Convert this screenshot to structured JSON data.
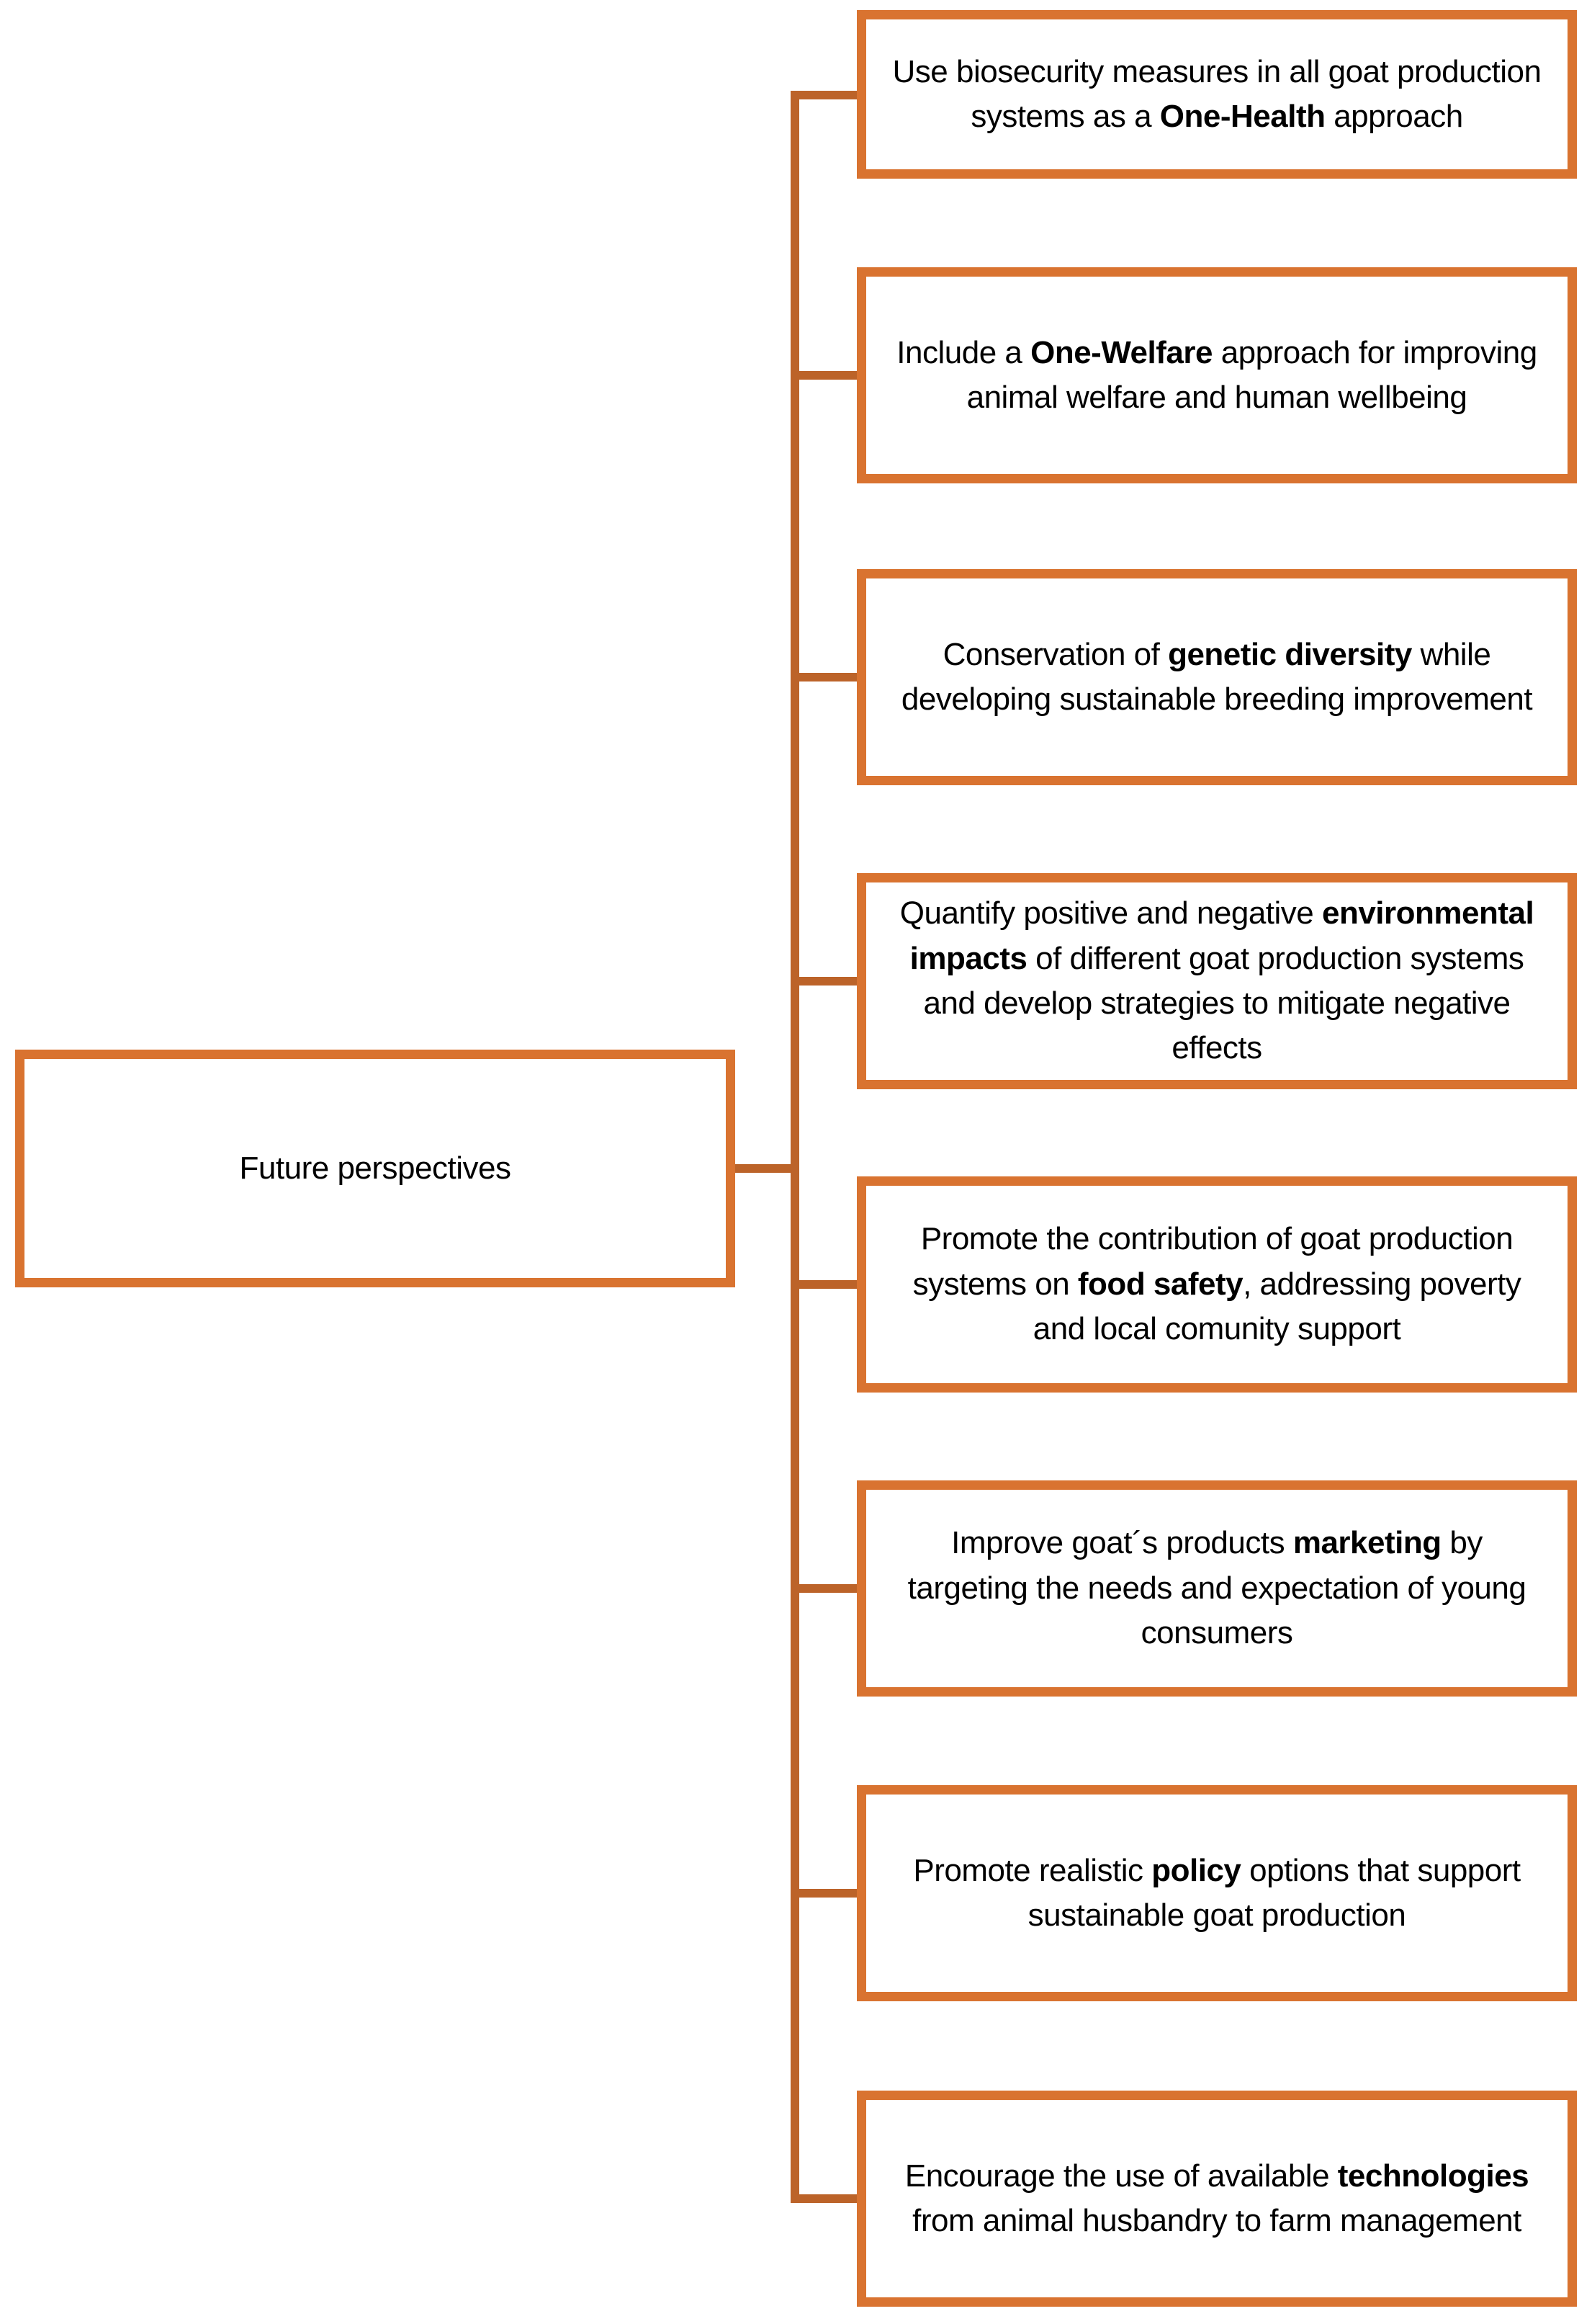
{
  "diagram": {
    "root": {
      "label": "Future perspectives"
    },
    "boxes": [
      {
        "pre": "Use biosecurity measures in all goat production systems as a ",
        "bold": "One-Health",
        "post": " approach"
      },
      {
        "pre": "Include a ",
        "bold": "One-Welfare",
        "post": " approach for improving animal welfare and human wellbeing"
      },
      {
        "pre": "Conservation of ",
        "bold": "genetic diversity",
        "post": " while developing sustainable breeding improvement"
      },
      {
        "pre": "Quantify positive and negative ",
        "bold": "environmental impacts",
        "post": " of different goat production systems and develop strategies to mitigate negative effects"
      },
      {
        "pre": "Promote the contribution of goat production systems on ",
        "bold": "food safety",
        "post": ", addressing poverty and local comunity support"
      },
      {
        "pre": "Improve goat´s products ",
        "bold": "marketing",
        "post": " by targeting the needs and expectation of young consumers"
      },
      {
        "pre": "Promote realistic ",
        "bold": "policy",
        "post": " options that support sustainable goat production"
      },
      {
        "pre": "Encourage the use of available ",
        "bold": "technologies",
        "post": " from animal husbandry to farm management"
      }
    ]
  },
  "colors": {
    "connector": "#BC6329",
    "box-border": "#D97330",
    "text": "#000000",
    "background": "#FFFFFF"
  }
}
